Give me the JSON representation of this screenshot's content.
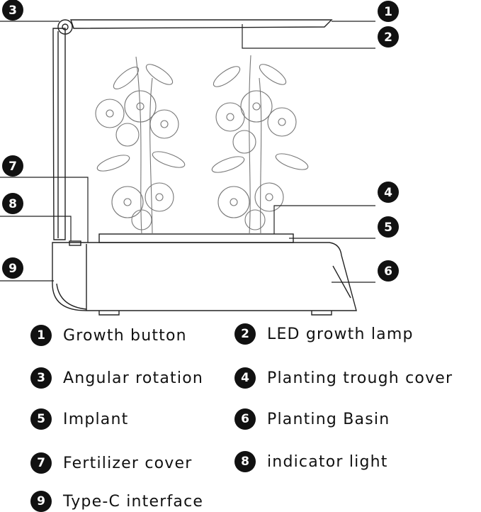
{
  "callouts": [
    {
      "num": "1",
      "text": "Growth button"
    },
    {
      "num": "2",
      "text": "LED growth lamp"
    },
    {
      "num": "3",
      "text": "Angular rotation"
    },
    {
      "num": "4",
      "text": "Planting trough cover"
    },
    {
      "num": "5",
      "text": "Implant"
    },
    {
      "num": "6",
      "text": "Planting Basin"
    },
    {
      "num": "7",
      "text": "Fertilizer cover"
    },
    {
      "num": "8",
      "text": "indicator light"
    },
    {
      "num": "9",
      "text": "Type-C interface"
    }
  ]
}
